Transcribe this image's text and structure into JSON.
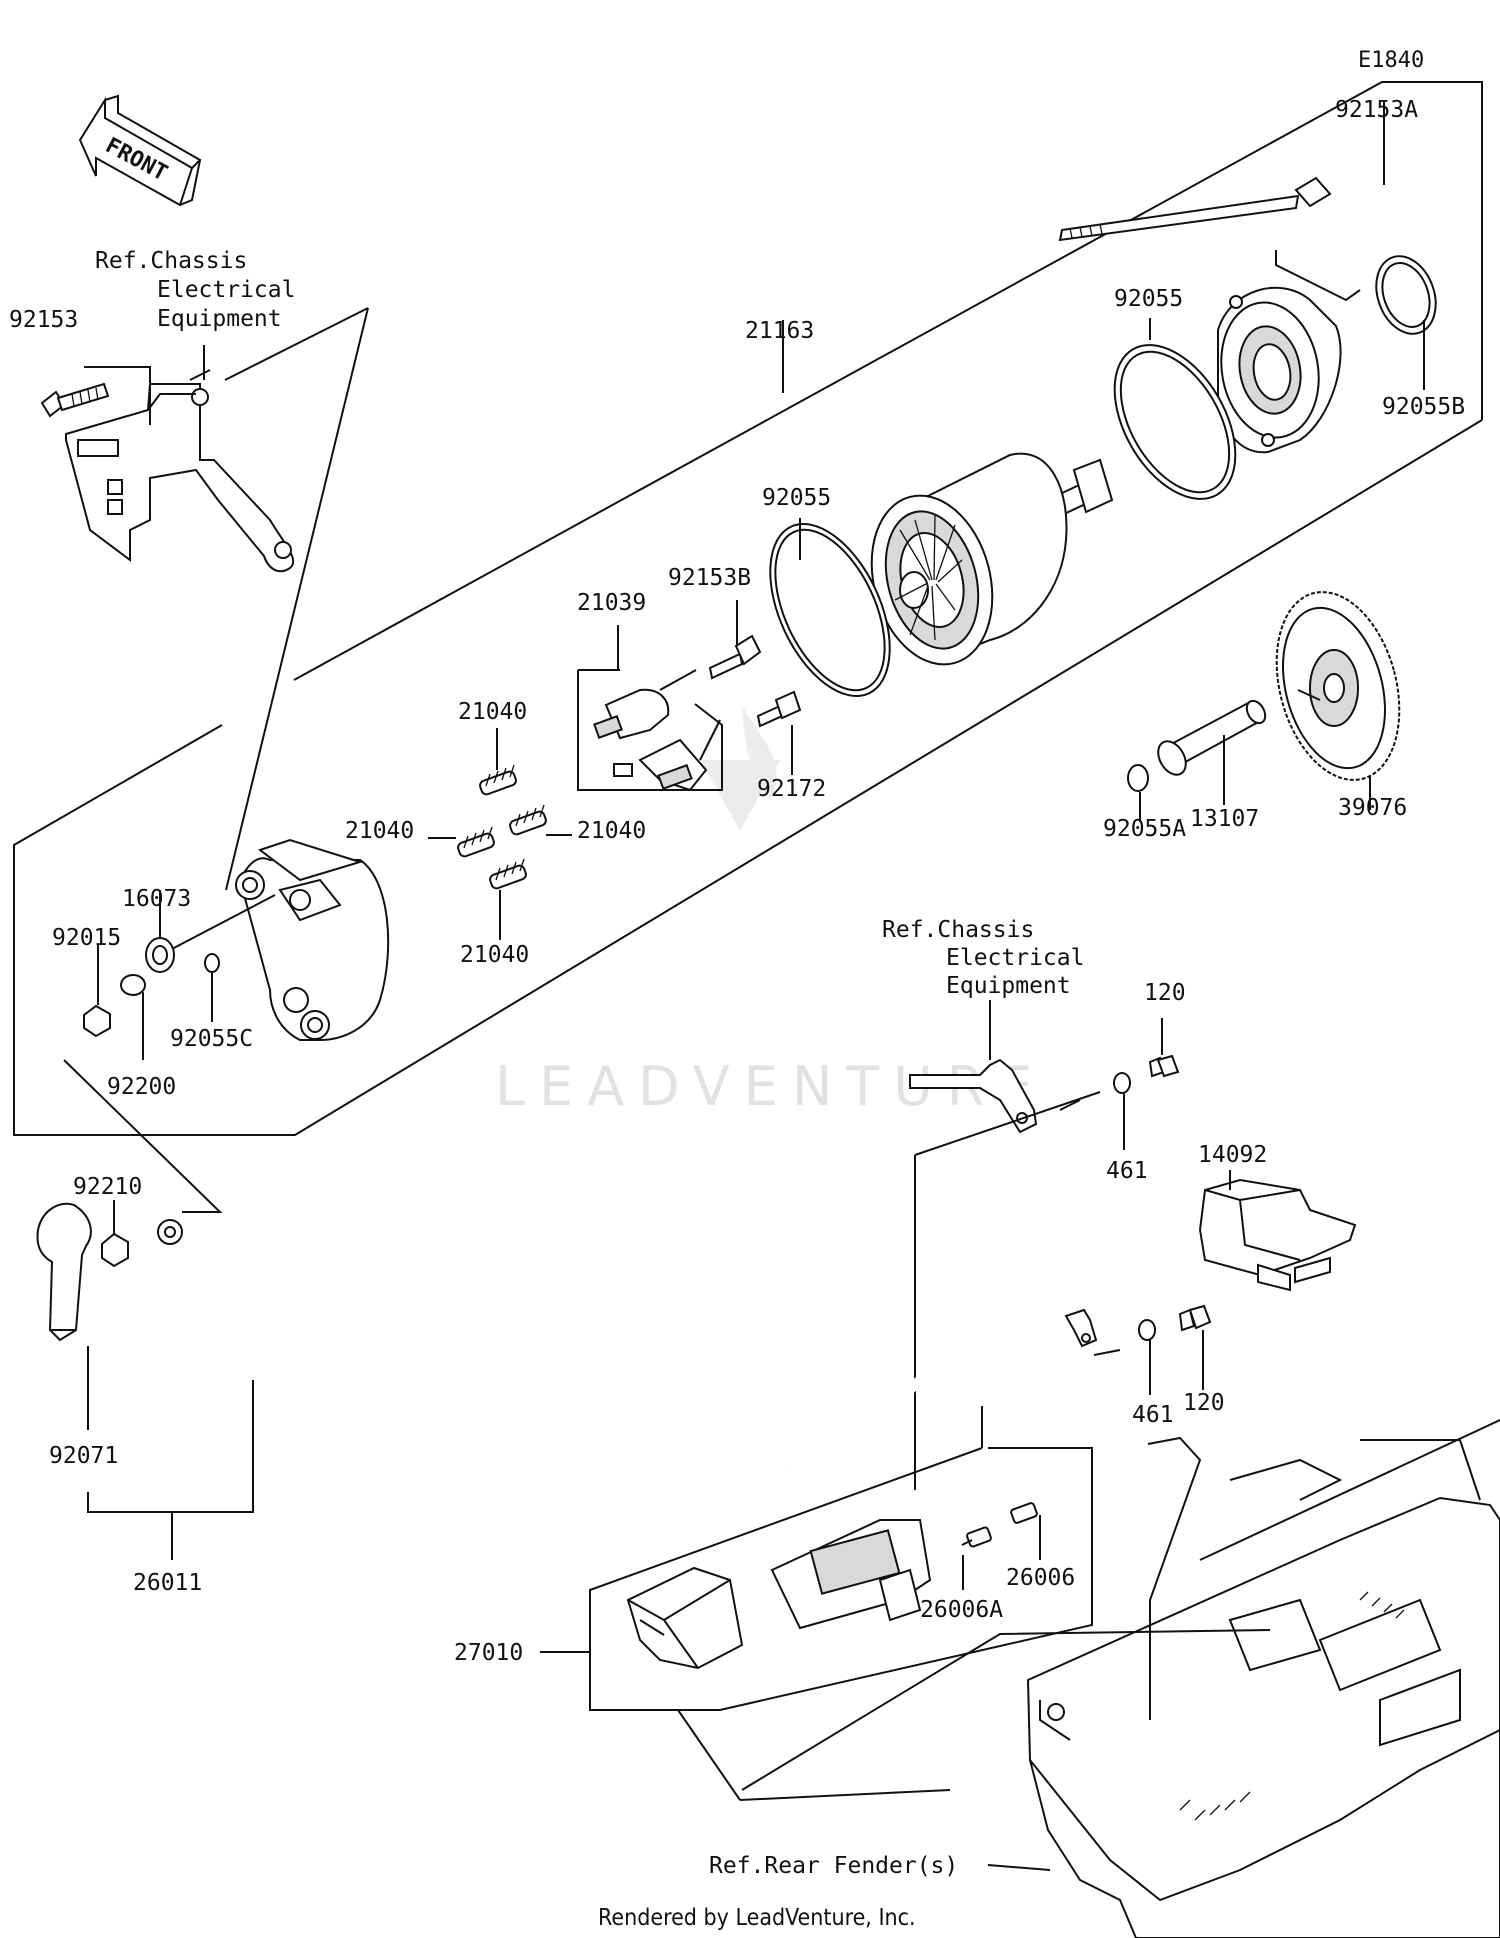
{
  "diagram_id": "E1840",
  "front_label": "FRONT",
  "references": {
    "chassis_top": [
      "Ref.Chassis",
      "Electrical",
      "Equipment"
    ],
    "chassis_mid": [
      "Ref.Chassis",
      "Electrical",
      "Equipment"
    ],
    "rear_fender": "Ref.Rear Fender(s)"
  },
  "parts": {
    "p92153A": "92153A",
    "p92153": "92153",
    "p21163": "21163",
    "p92055_top": "92055",
    "p92055B": "92055B",
    "p92055_mid": "92055",
    "p21039": "21039",
    "p92153B": "92153B",
    "p92172": "92172",
    "p39076": "39076",
    "p13107": "13107",
    "p92055A": "92055A",
    "p21040_a": "21040",
    "p21040_b": "21040",
    "p21040_c": "21040",
    "p21040_d": "21040",
    "p16073": "16073",
    "p92015": "92015",
    "p92055C": "92055C",
    "p92200": "92200",
    "p120_a": "120",
    "p461_a": "461",
    "p14092": "14092",
    "p92210": "92210",
    "p461_b": "461",
    "p120_b": "120",
    "p92071": "92071",
    "p26011": "26011",
    "p26006": "26006",
    "p26006A": "26006A",
    "p27010": "27010"
  },
  "watermark": "LEADVENTURE",
  "footer": "Rendered by LeadVenture, Inc."
}
